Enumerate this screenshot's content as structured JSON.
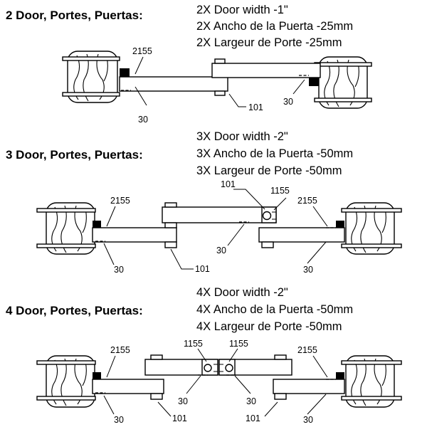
{
  "sections": [
    {
      "heading": "2 Door, Portes, Puertas:",
      "specs": [
        "2X Door width -1\"",
        "2X Ancho de la Puerta -25mm",
        "2X Largeur de Porte -25mm"
      ],
      "callouts": [
        "2155",
        "30",
        "101",
        "30"
      ]
    },
    {
      "heading": "3 Door, Portes, Puertas:",
      "specs": [
        "3X Door width -2\"",
        "3X Ancho de la Puerta -50mm",
        "3X Largeur de Porte -50mm"
      ],
      "callouts": [
        "101",
        "1155",
        "2155",
        "2155",
        "30",
        "30",
        "101",
        "30"
      ]
    },
    {
      "heading": "4 Door, Portes, Puertas:",
      "specs": [
        "4X Door width -2\"",
        "4X Ancho de la Puerta -50mm",
        "4X Largeur de Porte -50mm"
      ],
      "callouts": [
        "1155",
        "1155",
        "2155",
        "2155",
        "30",
        "30",
        "30",
        "101",
        "101",
        "30"
      ]
    }
  ]
}
